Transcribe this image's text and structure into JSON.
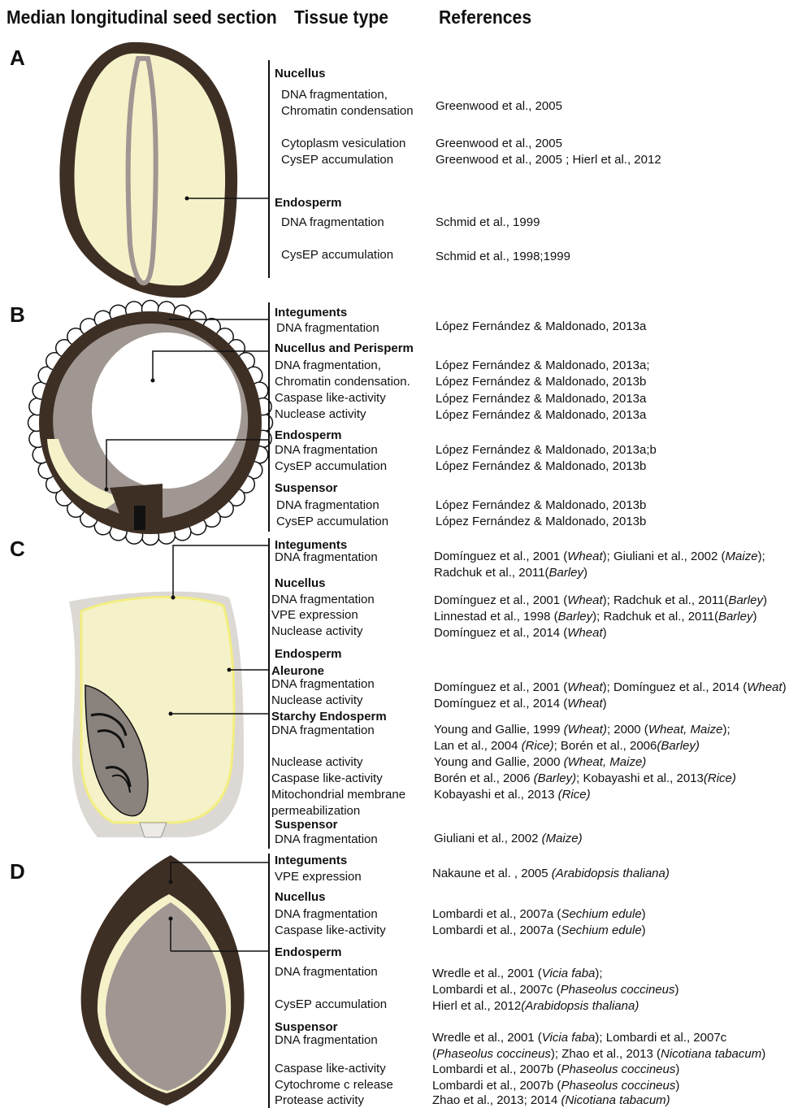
{
  "headers": {
    "section": "Median longitudinal seed section",
    "tissue": "Tissue type",
    "references": "References"
  },
  "panels": {
    "a": "A",
    "b": "B",
    "c": "C",
    "d": "D"
  },
  "a": {
    "nucellus": "Nucellus",
    "n1": "DNA fragmentation,",
    "n2": "Chromatin condensation",
    "n3": "Cytoplasm vesiculation",
    "n4": "CysEP accumulation",
    "endosperm": "Endosperm",
    "e1": "DNA fragmentation",
    "e2": "CysEP accumulation",
    "r1": "Greenwood et al., 2005",
    "r2": "Greenwood et al., 2005",
    "r3": "Greenwood et al., 2005 ; Hierl et al., 2012",
    "r4": "Schmid et al., 1999",
    "r5": "Schmid et al., 1998;1999"
  },
  "b": {
    "integuments": "Integuments",
    "i1": "DNA fragmentation",
    "nucellus": "Nucellus and Perisperm",
    "n1": "DNA fragmentation,",
    "n2": "Chromatin condensation.",
    "n3": "Caspase like-activity",
    "n4": "Nuclease activity",
    "endosperm": "Endosperm",
    "e1": "DNA fragmentation",
    "e2": "CysEP accumulation",
    "suspensor": "Suspensor",
    "s1": "DNA fragmentation",
    "s2": "CysEP accumulation",
    "r1": "López Fernández & Maldonado, 2013a",
    "r2": "López Fernández & Maldonado, 2013a;",
    "r3": "López Fernández & Maldonado, 2013b",
    "r4": "López Fernández & Maldonado, 2013a",
    "r5": "López Fernández & Maldonado, 2013a",
    "r6": "López Fernández & Maldonado, 2013a;b",
    "r7": "López Fernández & Maldonado, 2013b",
    "r8": "López Fernández & Maldonado, 2013b",
    "r9": "López Fernández & Maldonado, 2013b"
  },
  "c": {
    "integuments": "Integuments",
    "i1": "DNA fragmentation",
    "nucellus": "Nucellus",
    "n1": "DNA fragmentation",
    "n2": "VPE expression",
    "n3": "Nuclease activity",
    "endosperm": "Endosperm",
    "aleurone": "Aleurone",
    "a1": "DNA fragmentation",
    "a2": "Nuclease activity",
    "starchy": "Starchy Endosperm",
    "s1": "DNA fragmentation",
    "s2": "Nuclease activity",
    "s3": "Caspase like-activity",
    "s4": "Mitochondrial membrane",
    "s5": "permeabilization",
    "suspensor": "Suspensor",
    "su1": "DNA fragmentation",
    "r1a": "Domínguez et al., 2001 (",
    "r1b": "Wheat",
    "r1c": "); Giuliani et al., 2002 (",
    "r1d": "Maize",
    "r1e": ");",
    "r2a": "Radchuk et al.,  2011(",
    "r2b": "Barley",
    "r2c": ")",
    "r3a": "Domínguez et al., 2001 (",
    "r3b": "Wheat",
    "r3c": "); Radchuk et al.,  2011(",
    "r3d": "Barley",
    "r3e": ")",
    "r4a": "Linnestad et al., 1998 (",
    "r4b": "Barley",
    "r4c": "); Radchuk et al., 2011(",
    "r4d": "Barley",
    "r4e": ")",
    "r5a": "Domínguez et al., 2014 (",
    "r5b": "Wheat",
    "r5c": ")",
    "r6a": "Domínguez et al., 2001 (",
    "r6b": "Wheat",
    "r6c": "); Domínguez et al., 2014 (",
    "r6d": "Wheat",
    "r6e": ")",
    "r7a": "Domínguez et al., 2014 (",
    "r7b": "Wheat",
    "r7c": ")",
    "r8a": "Young and Gallie, 1999 ",
    "r8b": "(Wheat)",
    "r8c": "; 2000 (",
    "r8d": "Wheat, Maize",
    "r8e": ");",
    "r9a": "Lan et al., 2004 ",
    "r9b": "(Rice)",
    "r9c": "; Borén et al., 2006",
    "r9d": "(Barley)",
    "r10a": "Young and Gallie, 2000 ",
    "r10b": "(Wheat, Maize)",
    "r11a": "Borén et al., 2006 ",
    "r11b": "(Barley)",
    "r11c": "; Kobayashi et al., 2013",
    "r11d": "(Rice)",
    "r12a": "Kobayashi et al., 2013 ",
    "r12b": "(Rice)",
    "r13a": "Giuliani et al., 2002 ",
    "r13b": "(Maize)"
  },
  "d": {
    "integuments": "Integuments",
    "i1": "VPE expression",
    "nucellus": "Nucellus",
    "n1": "DNA fragmentation",
    "n2": "Caspase like-activity",
    "endosperm": "Endosperm",
    "e1": "DNA fragmentation",
    "e2": "CysEP accumulation",
    "suspensor": "Suspensor",
    "s1": "DNA fragmentation",
    "s2": "Caspase like-activity",
    "s3": "Cytochrome c release",
    "s4": "Protease activity",
    "r1a": "Nakaune et al. , 2005 ",
    "r1b": "(Arabidopsis thaliana)",
    "r2a": "Lombardi et al., 2007a (",
    "r2b": "Sechium edule",
    "r2c": ")",
    "r3a": "Lombardi et al., 2007a (",
    "r3b": "Sechium edule",
    "r3c": ")",
    "r4a": "Wredle et al., 2001 (",
    "r4b": "Vicia faba",
    "r4c": ");",
    "r5a": "Lombardi et al., 2007c (",
    "r5b": "Phaseolus coccineus",
    "r5c": ")",
    "r6a": "Hierl et al., 2012",
    "r6b": "(Arabidopsis thaliana)",
    "r7a": "Wredle et al., 2001 (",
    "r7b": "Vicia faba",
    "r7c": "); Lombardi et al., 2007c",
    "r8a": "(",
    "r8b": "Phaseolus coccineus",
    "r8c": "); Zhao et al., 2013 (",
    "r8d": "Nicotiana tabacum",
    "r8e": ")",
    "r9a": "Lombardi et al., 2007b (",
    "r9b": "Phaseolus coccineus",
    "r9c": ")",
    "r10a": "Lombardi et al., 2007b (",
    "r10b": "Phaseolus coccineus",
    "r10c": ")",
    "r11a": "Zhao et al., 2013; 2014 ",
    "r11b": "(Nicotiana tabacum)"
  },
  "colors": {
    "coat": "#3e2f25",
    "endosperm": "#f5f2c9",
    "grey": "#a09692",
    "lightgrey": "#dcd8d4",
    "yellowline": "#f3ee80"
  }
}
